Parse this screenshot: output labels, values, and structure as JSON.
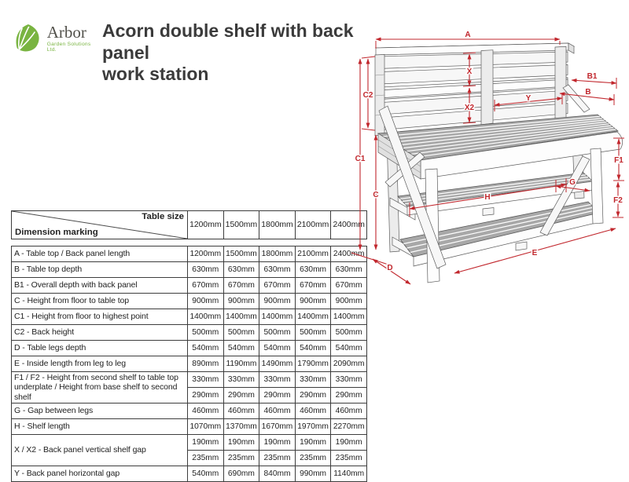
{
  "logo": {
    "brand": "Arbor",
    "subtitle": "Garden Solutions Ltd.",
    "leaf_color": "#79b441",
    "brand_color": "#52514b"
  },
  "title": {
    "line1": "Acorn double shelf with back panel",
    "line2": "work station"
  },
  "colors": {
    "dimension_red": "#c1272d",
    "table_border": "#3d3d3d",
    "slat_gray": "#a8a8a8"
  },
  "table": {
    "corner": {
      "top_right": "Table size",
      "bottom_left": "Dimension marking"
    },
    "size_columns": [
      "1200mm",
      "1500mm",
      "1800mm",
      "2100mm",
      "2400mm"
    ],
    "rows": [
      {
        "label": "A - Table top / Back panel length",
        "values": [
          "1200mm",
          "1500mm",
          "1800mm",
          "2100mm",
          "2400mm"
        ]
      },
      {
        "label": "B - Table top depth",
        "values": [
          "630mm",
          "630mm",
          "630mm",
          "630mm",
          "630mm"
        ]
      },
      {
        "label": "B1 - Overall depth with back panel",
        "values": [
          "670mm",
          "670mm",
          "670mm",
          "670mm",
          "670mm"
        ]
      },
      {
        "label": "C - Height from floor to table top",
        "values": [
          "900mm",
          "900mm",
          "900mm",
          "900mm",
          "900mm"
        ]
      },
      {
        "label": "C1 - Height from floor to highest point",
        "values": [
          "1400mm",
          "1400mm",
          "1400mm",
          "1400mm",
          "1400mm"
        ]
      },
      {
        "label": "C2 - Back height",
        "values": [
          "500mm",
          "500mm",
          "500mm",
          "500mm",
          "500mm"
        ]
      },
      {
        "label": "D - Table legs depth",
        "values": [
          "540mm",
          "540mm",
          "540mm",
          "540mm",
          "540mm"
        ]
      },
      {
        "label": "E - Inside length from leg to leg",
        "values": [
          "890mm",
          "1190mm",
          "1490mm",
          "1790mm",
          "2090mm"
        ]
      },
      {
        "label": "F1 / F2  - Height from second shelf to table top underplate / Height from base shelf to second shelf",
        "values": [
          "330mm",
          "330mm",
          "330mm",
          "330mm",
          "330mm"
        ],
        "values2": [
          "290mm",
          "290mm",
          "290mm",
          "290mm",
          "290mm"
        ]
      },
      {
        "label": "G - Gap between legs",
        "values": [
          "460mm",
          "460mm",
          "460mm",
          "460mm",
          "460mm"
        ]
      },
      {
        "label": "H - Shelf length",
        "values": [
          "1070mm",
          "1370mm",
          "1670mm",
          "1970mm",
          "2270mm"
        ]
      },
      {
        "label": "X / X2 - Back panel vertical shelf gap",
        "values": [
          "190mm",
          "190mm",
          "190mm",
          "190mm",
          "190mm"
        ],
        "values2": [
          "235mm",
          "235mm",
          "235mm",
          "235mm",
          "235mm"
        ]
      },
      {
        "label": "Y - Back panel horizontal gap",
        "values": [
          "540mm",
          "690mm",
          "840mm",
          "990mm",
          "1140mm"
        ]
      }
    ]
  },
  "diagram": {
    "labels": {
      "A": "A",
      "B": "B",
      "B1": "B1",
      "C": "C",
      "C1": "C1",
      "C2": "C2",
      "D": "D",
      "E": "E",
      "F1": "F1",
      "F2": "F2",
      "G": "G",
      "H": "H",
      "X": "X",
      "X2": "X2",
      "Y": "Y"
    }
  }
}
